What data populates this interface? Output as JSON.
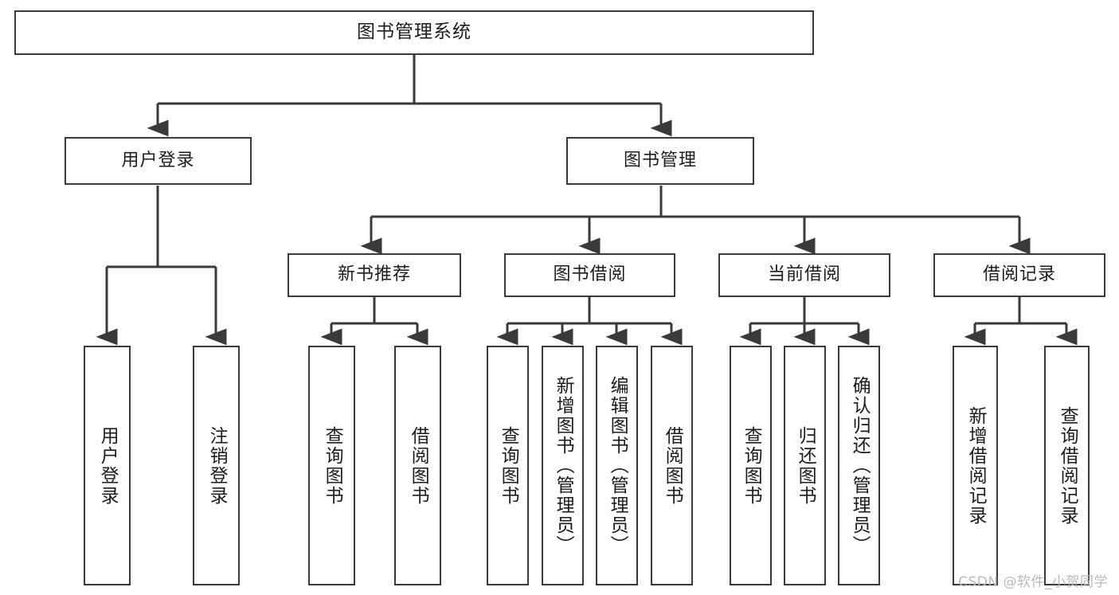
{
  "diagram": {
    "title": "图书管理系统",
    "type": "hierarchy-tree",
    "watermark": "CSDN @软件_小贺同学",
    "colors": {
      "background": "#ffffff",
      "box_border": "#3a3a3a",
      "box_fill": "#ffffff",
      "connector": "#3a3a3a",
      "text": "#1c1c1c",
      "watermark": "#b9b9b9"
    },
    "root": {
      "label": "图书管理系统"
    },
    "level2": [
      {
        "label": "用户登录"
      },
      {
        "label": "图书管理"
      }
    ],
    "level3": [
      {
        "label": "新书推荐"
      },
      {
        "label": "图书借阅"
      },
      {
        "label": "当前借阅"
      },
      {
        "label": "借阅记录"
      }
    ],
    "leaves": {
      "user_login": [
        {
          "label": "用户登录"
        },
        {
          "label": "注销登录"
        }
      ],
      "new_book_recommend": [
        {
          "label": "查询图书"
        },
        {
          "label": "借阅图书"
        }
      ],
      "book_borrow": [
        {
          "label": "查询图书"
        },
        {
          "label": "新增图书（管理员）"
        },
        {
          "label": "编辑图书（管理员）"
        },
        {
          "label": "借阅图书"
        }
      ],
      "current_borrow": [
        {
          "label": "查询图书"
        },
        {
          "label": "归还图书"
        },
        {
          "label": "确认归还（管理员）"
        }
      ],
      "borrow_record": [
        {
          "label": "新增借阅记录"
        },
        {
          "label": "查询借阅记录"
        }
      ]
    }
  }
}
